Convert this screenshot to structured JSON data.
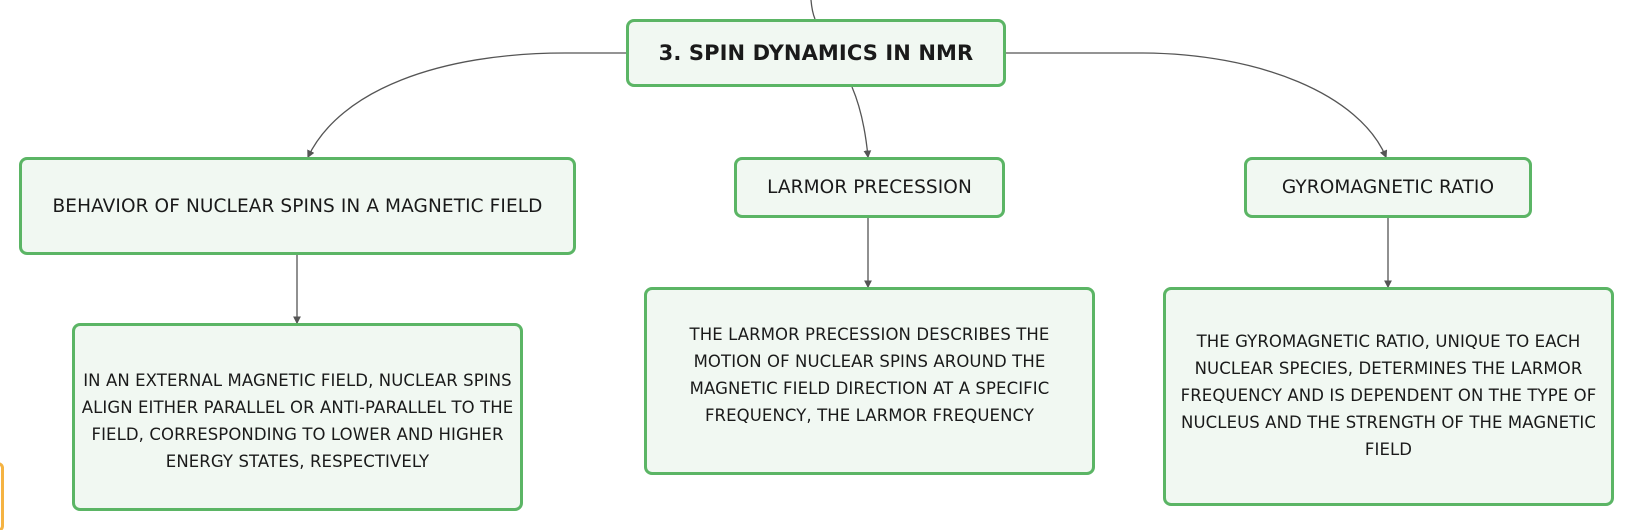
{
  "diagram": {
    "root": {
      "label": "3. SPIN DYNAMICS IN NMR"
    },
    "children": [
      {
        "label": "BEHAVIOR OF NUCLEAR SPINS IN A MAGNETIC FIELD",
        "detail": "IN AN EXTERNAL MAGNETIC FIELD, NUCLEAR SPINS ALIGN EITHER PARALLEL OR ANTI-PARALLEL TO THE FIELD, CORRESPONDING TO LOWER AND HIGHER ENERGY STATES, RESPECTIVELY"
      },
      {
        "label": "LARMOR PRECESSION",
        "detail": "THE LARMOR PRECESSION DESCRIBES THE MOTION OF NUCLEAR SPINS AROUND THE MAGNETIC FIELD DIRECTION AT A SPECIFIC FREQUENCY, THE LARMOR FREQUENCY"
      },
      {
        "label": "GYROMAGNETIC RATIO",
        "detail": "THE GYROMAGNETIC RATIO, UNIQUE TO EACH NUCLEAR SPECIES, DETERMINES THE LARMOR FREQUENCY AND IS DEPENDENT ON THE TYPE OF NUCLEUS AND THE STRENGTH OF THE MAGNETIC FIELD"
      }
    ],
    "colors": {
      "node_border": "#5bb565",
      "node_fill": "#f1f8f2",
      "connector": "#555555",
      "side_marker": "#f5b342"
    }
  }
}
